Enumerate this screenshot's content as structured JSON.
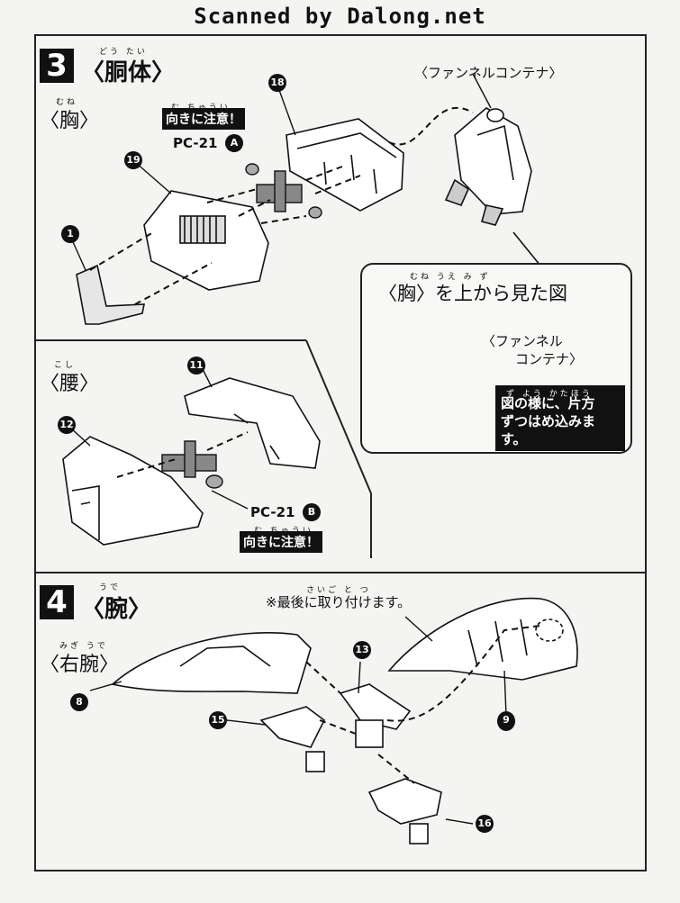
{
  "scan_credit": "Scanned by Dalong.net",
  "step3": {
    "number": "3",
    "title": "〈胴体〉",
    "title_ruby": "どう たい",
    "chest": {
      "label": "〈胸〉",
      "ruby": "むね"
    },
    "warning_a": {
      "text": "向きに注意！",
      "ruby": "む    ちゅうい"
    },
    "pc_a": "PC-21",
    "pc_a_mark": "A",
    "part_18": "18",
    "part_19": "19",
    "part_1": "1",
    "funnel_label": "〈ファンネルコンテナ〉",
    "callout": {
      "title": "〈胸〉を上から見た図",
      "title_ruby": "むね    うえ      み   ず",
      "funnel_label_line1": "〈ファンネル",
      "funnel_label_line2": "コンテナ〉",
      "instruction_line1": "図の様に、片方",
      "instruction_line2": "ずつはめ込みます。",
      "instruction_ruby": "ず  よう     かたほう"
    },
    "waist": {
      "label": "〈腰〉",
      "ruby": "こし"
    },
    "part_11": "11",
    "part_12": "12",
    "pc_b": "PC-21",
    "pc_b_mark": "B",
    "warning_b": {
      "text": "向きに注意！",
      "ruby": "む    ちゅうい"
    }
  },
  "step4": {
    "number": "4",
    "title": "〈腕〉",
    "title_ruby": "うで",
    "right_arm": {
      "label": "〈右腕〉",
      "ruby": "みぎ うで"
    },
    "note": "※最後に取り付けます。",
    "note_ruby": "さいご  と  つ",
    "part_8": "8",
    "part_9": "9",
    "part_13": "13",
    "part_15": "15",
    "part_16": "16"
  }
}
